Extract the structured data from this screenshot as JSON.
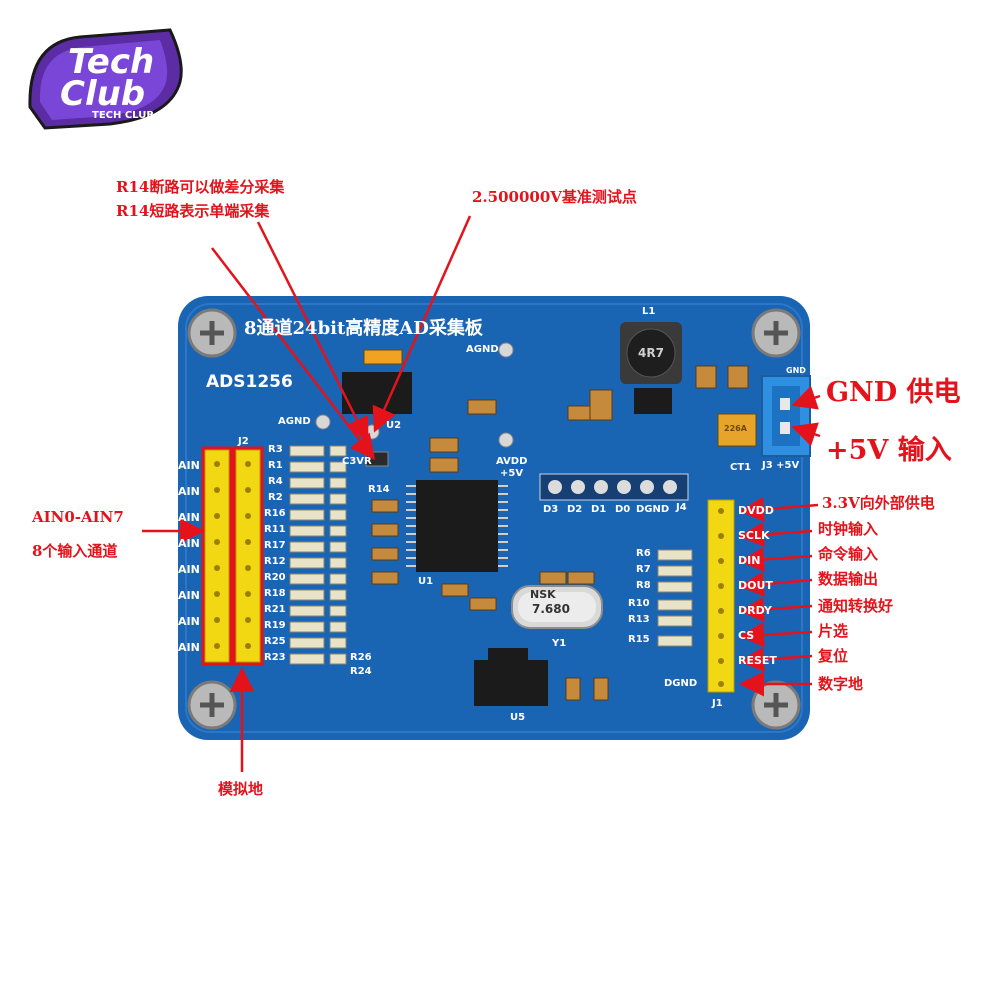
{
  "logo": {
    "line1": "Tech",
    "line2": "Club",
    "tagline": "TECH CLUB"
  },
  "board": {
    "title": "8通道24bit高精度AD采集板",
    "model": "ADS1256",
    "crystal_brand": "NSK",
    "crystal_freq": "7.680",
    "inductor_marking": "4R7",
    "cap_marking": "226A",
    "silk_agnd_top": "AGND",
    "silk_agnd_left": "AGND",
    "silk_avdd": "AVDD",
    "silk_plus5": "+5V",
    "silk_j3": "J3 +5V",
    "silk_dgnd_left": "DGND",
    "silk_j1": "J1",
    "silk_j2": "J2",
    "silk_j4": "J4",
    "silk_u1": "U1",
    "silk_u2": "U2",
    "silk_u5": "U5",
    "silk_y1": "Y1",
    "silk_l1": "L1",
    "silk_ct1": "CT1",
    "silk_r14": "R14",
    "silk_vr": "C3VR",
    "silk_gnd": "GND",
    "j4_pins": [
      "D3",
      "D2",
      "D1",
      "D0",
      "DGND"
    ],
    "ain_labels": [
      "AIN",
      "AIN",
      "AIN",
      "AIN",
      "AIN",
      "AIN",
      "AIN",
      "AIN"
    ],
    "right_pins": [
      "DVDD",
      "SCLK",
      "DIN",
      "DOUT",
      "DRDY",
      "CS",
      "RESET"
    ],
    "left_resistors": [
      "R3",
      "R1",
      "R4",
      "R2",
      "R16",
      "R11",
      "R17",
      "R12",
      "R20",
      "R18",
      "R21",
      "R19",
      "R25",
      "R23",
      "R26",
      "R24"
    ],
    "right_resistors": [
      "R6",
      "R7",
      "R8",
      "R10",
      "R13",
      "R15"
    ]
  },
  "annotations": {
    "r14_line1": "R14断路可以做差分采集",
    "r14_line2": "R14短路表示单端采集",
    "vref": "2.500000V基准测试点",
    "gnd_power": "GND 供电",
    "v5_input": "+5V 输入",
    "ain_range": "AIN0-AIN7",
    "ain_channels": "8个输入通道",
    "analog_gnd": "模拟地",
    "dvdd": "3.3V向外部供电",
    "sclk": "时钟输入",
    "din": "命令输入",
    "dout": "数据输出",
    "drdy": "通知转换好",
    "cs": "片选",
    "reset": "复位",
    "dgnd": "数字地"
  },
  "colors": {
    "pcb": "#1a64b4",
    "annotation": "#e4131b",
    "header": "#f2d713",
    "connector": "#2f8fe0",
    "silk": "#ffffff"
  }
}
